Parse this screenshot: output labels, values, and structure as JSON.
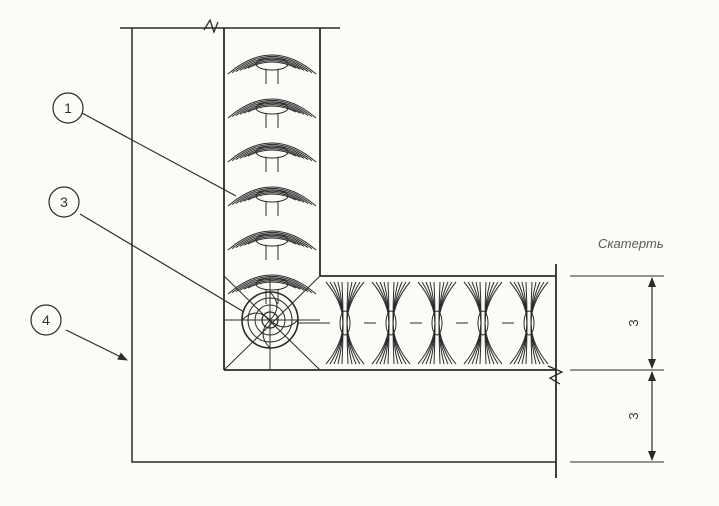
{
  "drawing": {
    "caption": "Скатерть",
    "callouts": [
      {
        "id": "callout-1",
        "number": "1"
      },
      {
        "id": "callout-3",
        "number": "3"
      },
      {
        "id": "callout-4",
        "number": "4"
      }
    ],
    "dimensions": [
      {
        "id": "dim-upper",
        "value": "3"
      },
      {
        "id": "dim-lower",
        "value": "3"
      }
    ]
  },
  "colors": {
    "ink": "#2b2b2b",
    "paper": "#fbfbf8",
    "caption": "#5a5a5a"
  }
}
